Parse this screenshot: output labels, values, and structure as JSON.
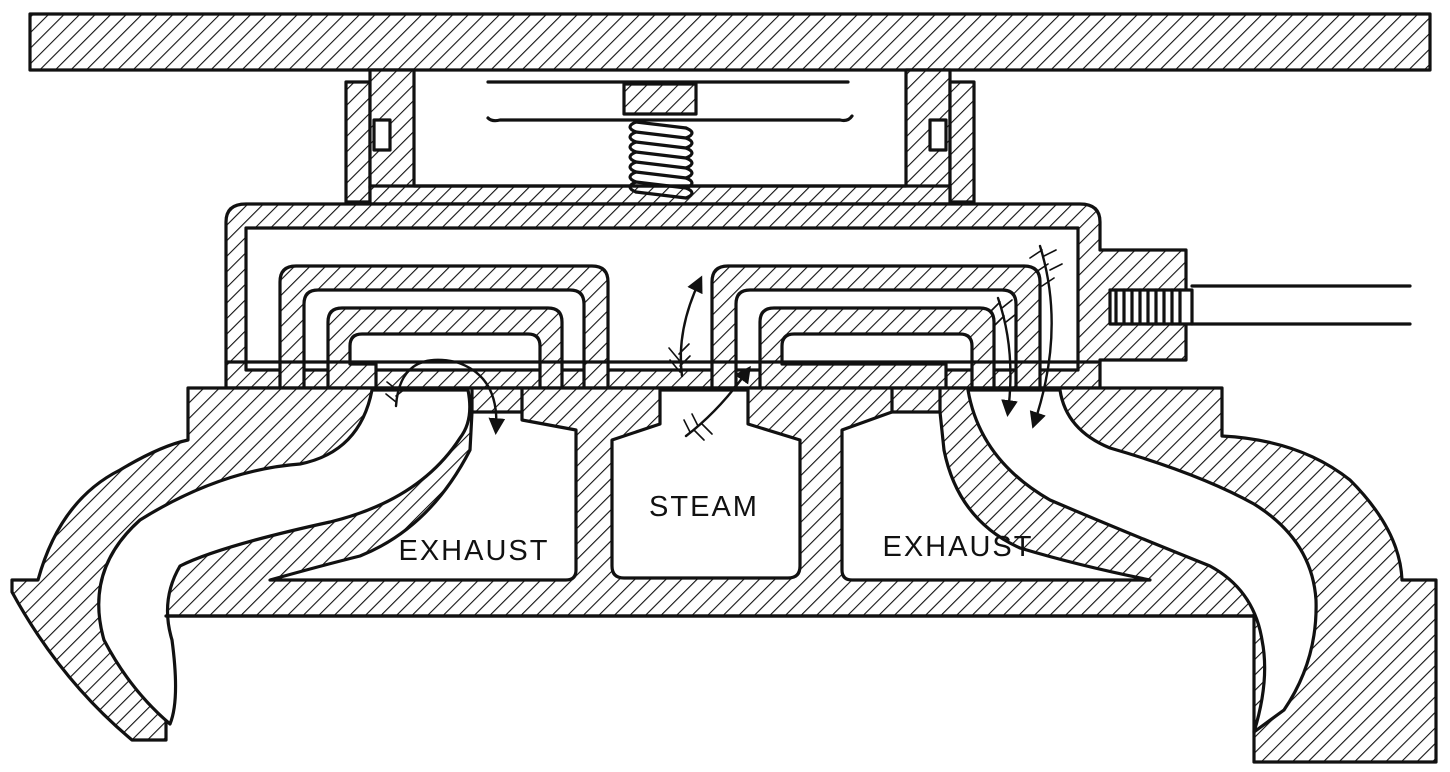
{
  "labels": {
    "steam": "STEAM",
    "exhaust_left": "EXHAUST",
    "exhaust_right": "EXHAUST"
  },
  "colors": {
    "ink": "#111111",
    "background": "#ffffff"
  }
}
